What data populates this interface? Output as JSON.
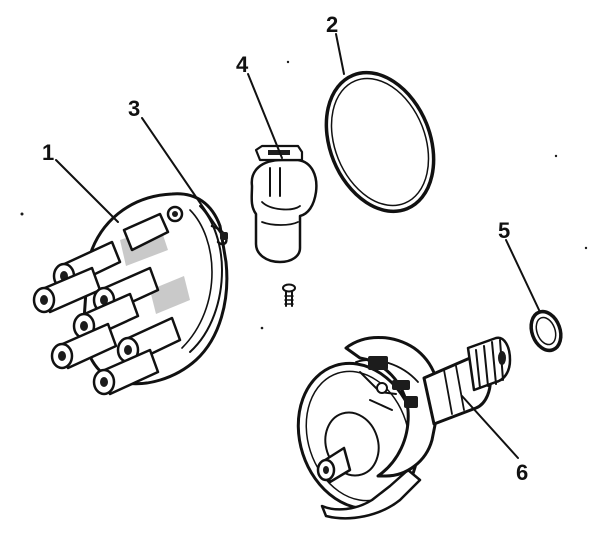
{
  "callouts": {
    "c1": "1",
    "c2": "2",
    "c3": "3",
    "c4": "4",
    "c5": "5",
    "c6": "6"
  },
  "colors": {
    "ink": "#111111",
    "paper": "#ffffff",
    "shade": "#c9c9c9"
  },
  "icons": {
    "distributor_cap": "distributor-cap-icon",
    "cap_gasket": "o-ring-icon",
    "retaining_clip": "clip-icon",
    "rotor": "rotor-icon",
    "rotor_screw": "screw-icon",
    "shaft_seal": "seal-ring-icon",
    "distributor_body": "distributor-body-icon"
  }
}
